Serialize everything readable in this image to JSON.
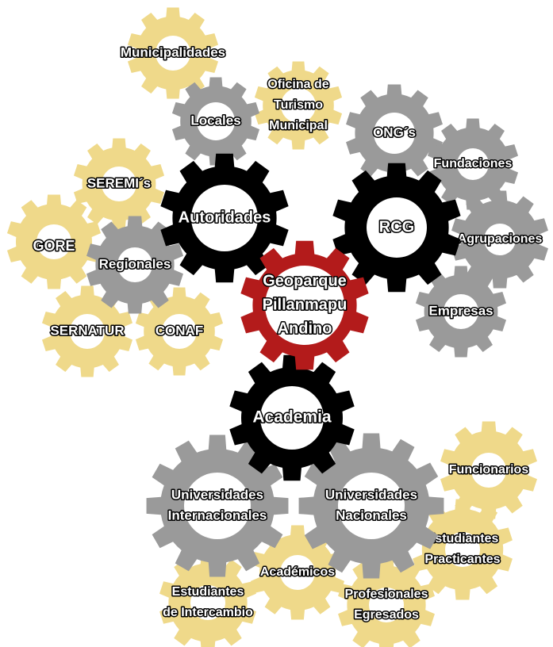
{
  "colors": {
    "yellow": "#efd98a",
    "gray": "#9a9a9a",
    "black": "#000000",
    "red": "#b31b1b",
    "hole": "#ffffff"
  },
  "gears": {
    "municipalidades": {
      "lines": [
        "Municipalidades"
      ],
      "color": "yellow"
    },
    "oficina": {
      "lines": [
        "Oficina de",
        "Turismo",
        "Municipal"
      ],
      "color": "yellow"
    },
    "locales": {
      "lines": [
        "Locales"
      ],
      "color": "gray"
    },
    "ongs": {
      "lines": [
        "ONG´s"
      ],
      "color": "gray"
    },
    "fundaciones": {
      "lines": [
        "Fundaciones"
      ],
      "color": "gray"
    },
    "seremis": {
      "lines": [
        "SEREMI´s"
      ],
      "color": "yellow"
    },
    "autoridades": {
      "lines": [
        "Autoridades"
      ],
      "color": "black"
    },
    "rcg": {
      "lines": [
        "RCG"
      ],
      "color": "black"
    },
    "gore": {
      "lines": [
        "GORE"
      ],
      "color": "yellow"
    },
    "regionales": {
      "lines": [
        "Regionales"
      ],
      "color": "gray"
    },
    "agrupaciones": {
      "lines": [
        "Agrupaciones"
      ],
      "color": "gray"
    },
    "geoparque": {
      "lines": [
        "Geoparque",
        "Pillanmapu",
        "Andino"
      ],
      "color": "red"
    },
    "empresas": {
      "lines": [
        "Empresas"
      ],
      "color": "gray"
    },
    "sernatur": {
      "lines": [
        "SERNATUR"
      ],
      "color": "yellow"
    },
    "conaf": {
      "lines": [
        "CONAF"
      ],
      "color": "yellow"
    },
    "academia": {
      "lines": [
        "Academia"
      ],
      "color": "black"
    },
    "univ_internacionales": {
      "lines": [
        "Universidades",
        "Internacionales"
      ],
      "color": "gray"
    },
    "univ_nacionales": {
      "lines": [
        "Universidades",
        "Nacionales"
      ],
      "color": "gray"
    },
    "funcionarios": {
      "lines": [
        "Funcionarios"
      ],
      "color": "yellow"
    },
    "estudiantes_practicantes": {
      "lines": [
        "Estudiantes",
        "Practicantes"
      ],
      "color": "yellow"
    },
    "academicos": {
      "lines": [
        "Académicos"
      ],
      "color": "yellow"
    },
    "estudiantes_intercambio": {
      "lines": [
        "Estudiantes",
        "de Intercambio"
      ],
      "color": "yellow"
    },
    "profesionales": {
      "lines": [
        "Profesionales",
        "Egresados"
      ],
      "color": "yellow"
    }
  }
}
